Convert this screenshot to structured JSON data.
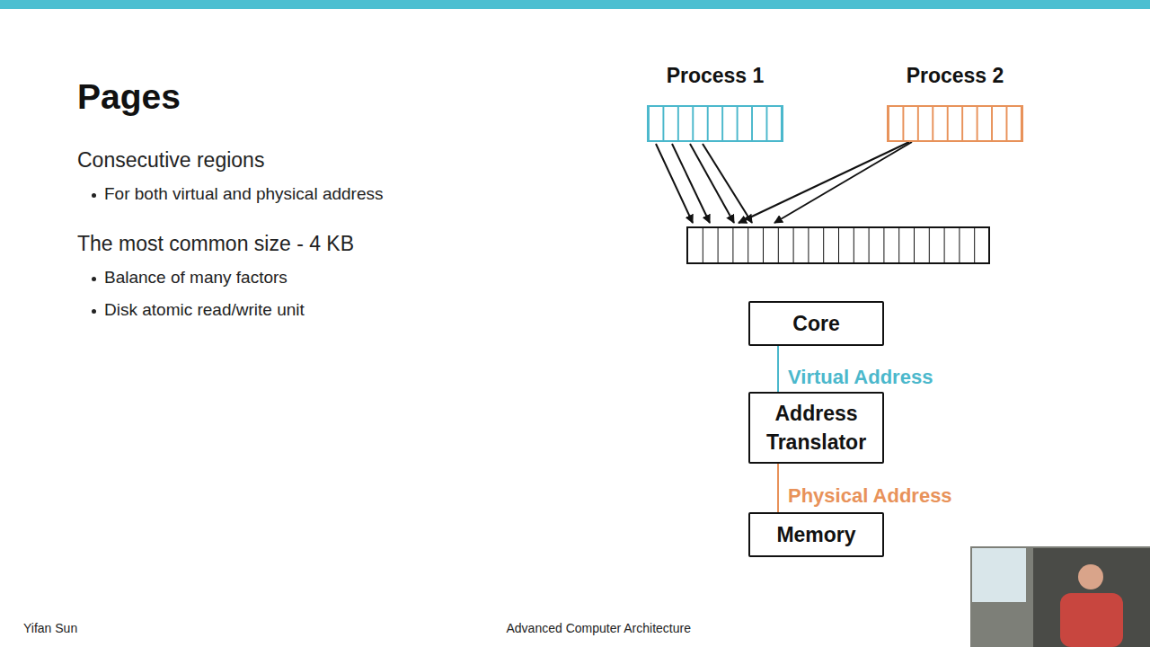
{
  "diagram": {
    "title": "Pages",
    "nodes": [
      {
        "text": [
          "Process 1"
        ]
      },
      {
        "text": [
          "Process 2"
        ]
      },
      {
        "text": [
          "Core"
        ]
      },
      {
        "text": [
          "Address Translator"
        ]
      },
      {
        "text": [
          "Memory"
        ]
      }
    ],
    "edges": [
      {
        "from": 2,
        "to": 3,
        "arrow": "none",
        "label": "Virtual Address"
      },
      {
        "from": 3,
        "to": 4,
        "arrow": "none",
        "label": "Physical Address"
      }
    ],
    "labels": [
      "Consecutive regions",
      "For both virtual and physical address",
      "The most common size - 4 KB",
      "Balance of many factors",
      "Disk atomic read/write unit",
      "Yifan Sun",
      "Advanced Computer Architecture"
    ]
  }
}
